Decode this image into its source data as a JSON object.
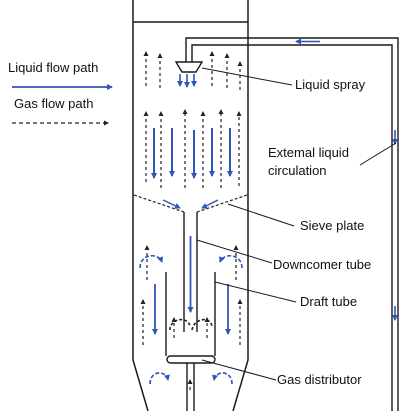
{
  "legend": {
    "liquid_label": "Liquid flow path",
    "gas_label": "Gas flow path"
  },
  "labels": {
    "liquid_spray": "Liquid spray",
    "external_line1": "Extemal liquid",
    "external_line2": "circulation",
    "sieve_plate": "Sieve plate",
    "downcomer_tube": "Downcomer tube",
    "draft_tube": "Draft tube",
    "gas_distributor": "Gas distributor"
  },
  "colors": {
    "liquid": "#2f55b8",
    "gas": "#222222",
    "outline": "#1a1a1a"
  }
}
